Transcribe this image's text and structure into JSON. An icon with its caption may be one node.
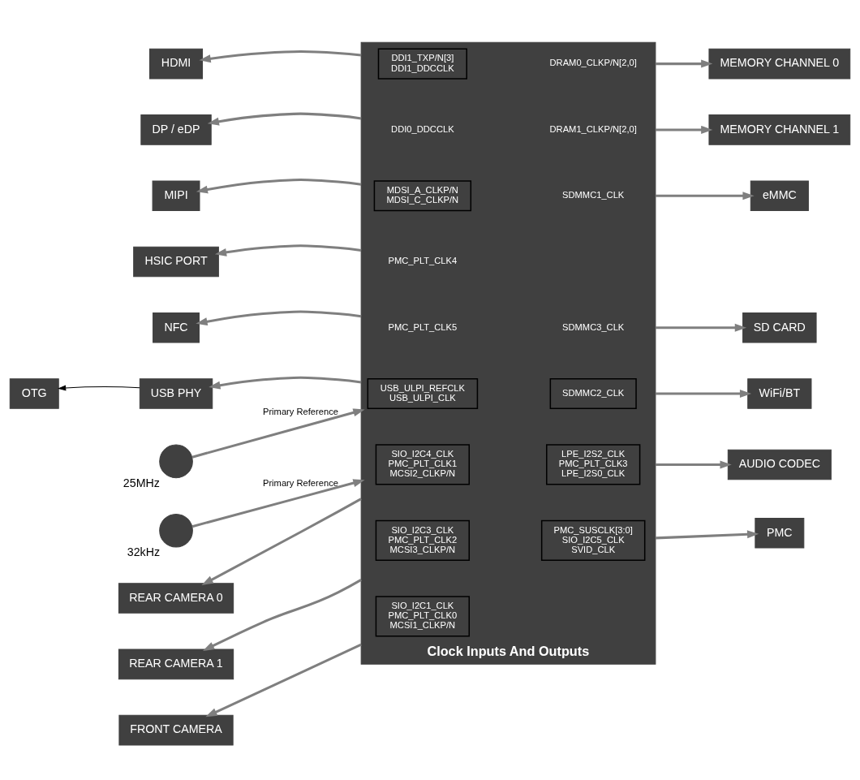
{
  "diagram": {
    "nodes": [
      {
        "text": [
          "Clock Inputs And Outputs"
        ]
      },
      {
        "text": [
          "DDI1_TXP/N[3]",
          "DDI1_DDCCLK"
        ],
        "in": 0
      },
      {
        "text": [
          "MDSI_A_CLKP/N",
          "MDSI_C_CLKP/N"
        ],
        "in": 0
      },
      {
        "text": [
          "USB_ULPI_REFCLK",
          "USB_ULPI_CLK"
        ],
        "in": 0
      },
      {
        "text": [
          "SDMMC2_CLK"
        ],
        "in": 0
      },
      {
        "text": [
          "SIO_I2C4_CLK",
          "PMC_PLT_CLK1",
          "MCSI2_CLKP/N"
        ],
        "in": 0
      },
      {
        "text": [
          "LPE_I2S2_CLK",
          "PMC_PLT_CLK3",
          "LPE_I2S0_CLK"
        ],
        "in": 0
      },
      {
        "text": [
          "SIO_I2C3_CLK",
          "PMC_PLT_CLK2",
          "MCSI3_CLKP/N"
        ],
        "in": 0
      },
      {
        "text": [
          "PMC_SUSCLK[3:0]",
          "SIO_I2C5_CLK",
          "SVID_CLK"
        ],
        "in": 0
      },
      {
        "text": [
          "SIO_I2C1_CLK",
          "PMC_PLT_CLK0",
          "MCSI1_CLKP/N"
        ],
        "in": 0
      },
      {
        "text": [
          "HDMI"
        ]
      },
      {
        "text": [
          "DP / eDP"
        ]
      },
      {
        "text": [
          "MIPI"
        ]
      },
      {
        "text": [
          "HSIC PORT"
        ]
      },
      {
        "text": [
          "NFC"
        ]
      },
      {
        "text": [
          "USB PHY"
        ]
      },
      {
        "text": [
          "OTG"
        ]
      },
      {
        "text": [],
        "shape": "circle",
        "beside": [
          "25MHz"
        ]
      },
      {
        "text": [],
        "shape": "circle",
        "beside": [
          "32kHz"
        ]
      },
      {
        "text": [
          "REAR CAMERA 0"
        ]
      },
      {
        "text": [
          "REAR CAMERA 1"
        ]
      },
      {
        "text": [
          "FRONT CAMERA"
        ]
      },
      {
        "text": [
          "MEMORY CHANNEL 0"
        ]
      },
      {
        "text": [
          "MEMORY CHANNEL 1"
        ]
      },
      {
        "text": [
          "eMMC"
        ]
      },
      {
        "text": [
          "SD CARD"
        ]
      },
      {
        "text": [
          "WiFi/BT"
        ]
      },
      {
        "text": [
          "AUDIO CODEC"
        ]
      },
      {
        "text": [
          "PMC"
        ]
      }
    ],
    "edges": [
      {
        "from": 0,
        "to": 10,
        "arrow": "to"
      },
      {
        "from": 0,
        "to": 11,
        "arrow": "to"
      },
      {
        "from": 0,
        "to": 12,
        "arrow": "to"
      },
      {
        "from": 0,
        "to": 13,
        "arrow": "to"
      },
      {
        "from": 0,
        "to": 14,
        "arrow": "to"
      },
      {
        "from": 0,
        "to": 15,
        "arrow": "to"
      },
      {
        "from": 15,
        "to": 16,
        "arrow": "to",
        "color": "#000000"
      },
      {
        "from": 17,
        "to": 0,
        "arrow": "to",
        "label": "Primary Reference"
      },
      {
        "from": 18,
        "to": 0,
        "arrow": "to",
        "label": "Primary Reference"
      },
      {
        "from": 0,
        "to": 19,
        "arrow": "to"
      },
      {
        "from": 0,
        "to": 20,
        "arrow": "to"
      },
      {
        "from": 0,
        "to": 21,
        "arrow": "to"
      },
      {
        "from": 0,
        "to": 22,
        "arrow": "to"
      },
      {
        "from": 0,
        "to": 23,
        "arrow": "to"
      },
      {
        "from": 0,
        "to": 24,
        "arrow": "to"
      },
      {
        "from": 0,
        "to": 25,
        "arrow": "to"
      },
      {
        "from": 0,
        "to": 26,
        "arrow": "to"
      },
      {
        "from": 0,
        "to": 27,
        "arrow": "to"
      },
      {
        "from": 0,
        "to": 28,
        "arrow": "to"
      }
    ],
    "labels": [
      "DRAM0_CLKP/N[2,0]",
      "DDI0_DDCCLK",
      "DRAM1_CLKP/N[2,0]",
      "SDMMC1_CLK",
      "PMC_PLT_CLK4",
      "PMC_PLT_CLK5",
      "SDMMC3_CLK"
    ]
  }
}
